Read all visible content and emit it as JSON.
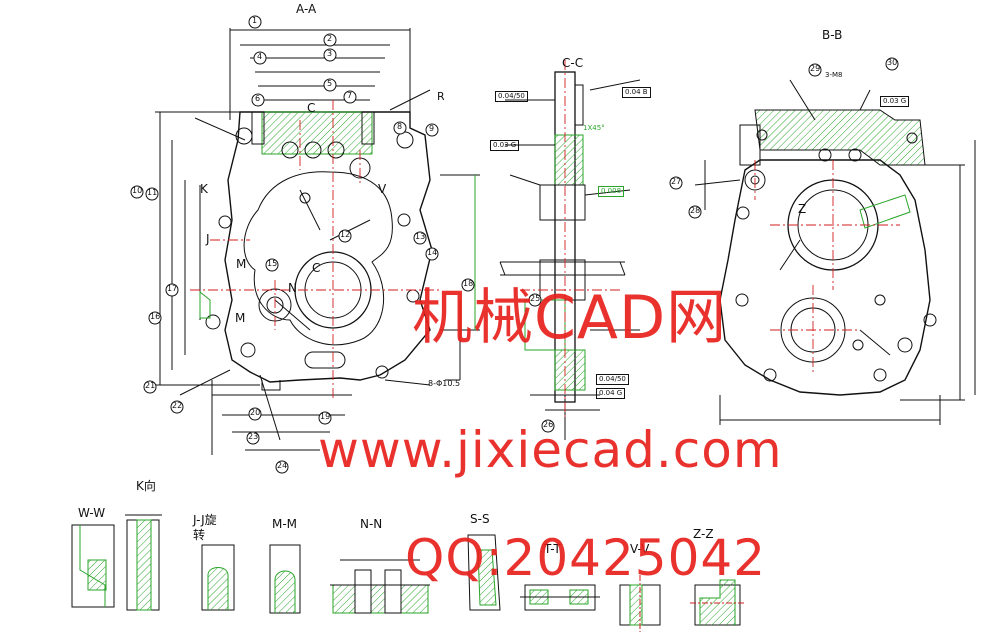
{
  "sections": {
    "aa": "A-A",
    "bb": "B-B",
    "cc": "C-C",
    "k_view": "K向",
    "ww": "W-W",
    "jj_line1": "J-J旋",
    "jj_line2": "转",
    "mm": "M-M",
    "nn": "N-N",
    "ss": "S-S",
    "tt": "T-T",
    "vv": "V-V",
    "zz": "Z-Z"
  },
  "view_letters": {
    "k": "K",
    "m1": "M",
    "m2": "M",
    "n": "N",
    "v": "V",
    "z": "Z",
    "j": "J",
    "c1": "C",
    "c2": "C",
    "r": "R"
  },
  "balloons": [
    "1",
    "2",
    "3",
    "4",
    "5",
    "6",
    "7",
    "8",
    "9",
    "10",
    "11",
    "12",
    "13",
    "14",
    "15",
    "16",
    "17",
    "18",
    "19",
    "20",
    "21",
    "22",
    "23",
    "24",
    "25",
    "26",
    "27",
    "28",
    "29",
    "30"
  ],
  "feature_callouts": {
    "tol1": "0.04/50",
    "tol2": "0.04 B",
    "tol3": "0.03 G",
    "tol4": "0.04/50",
    "tol5": "0.04 G",
    "tol6": "0.008",
    "tol7": "0.03 G",
    "chamfer": "1X45°",
    "holes": "8-Φ10.5",
    "thread": "3-M8"
  },
  "watermark": {
    "title": "机械CAD网",
    "url": "www.jixiecad.com",
    "qq": "QQ:20425042"
  },
  "colors": {
    "line": "#111111",
    "hatch": "#2aa52a",
    "center": "#d21e1e",
    "watermark": "#e8201c"
  }
}
